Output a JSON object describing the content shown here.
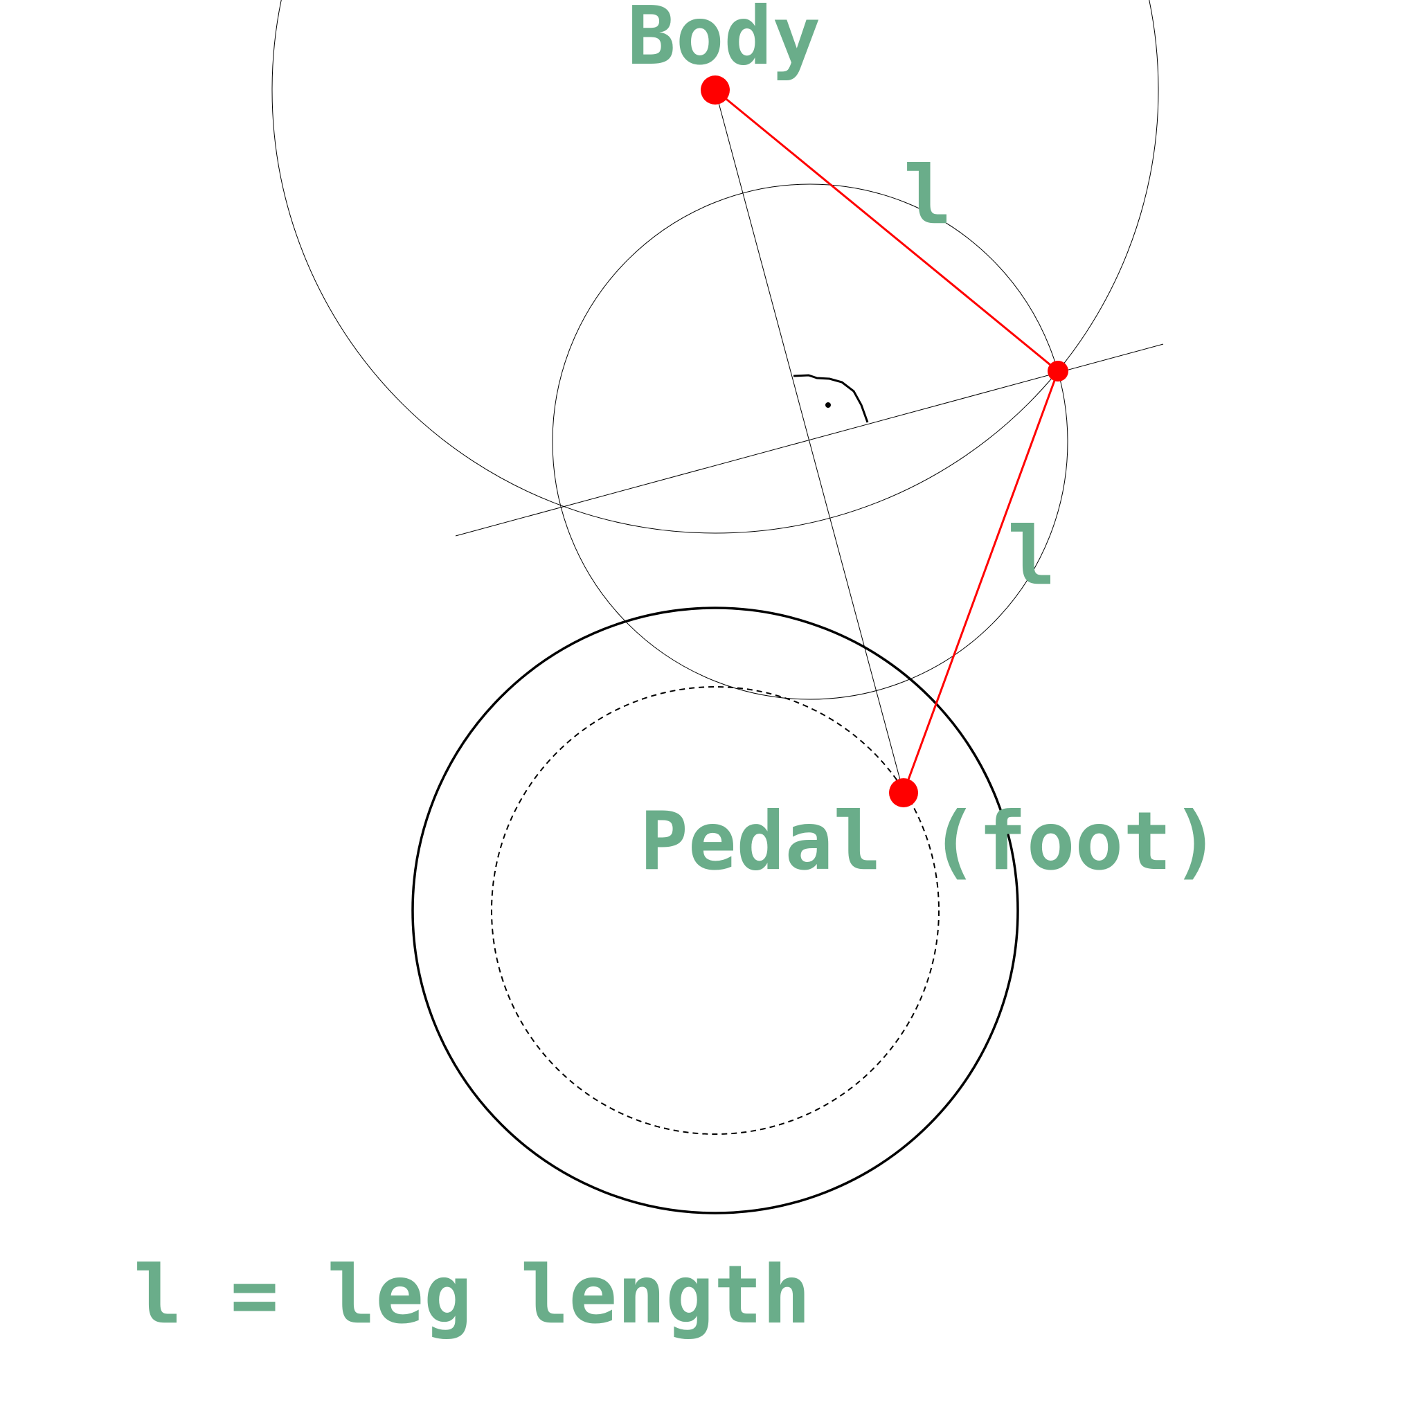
{
  "labels": {
    "body": "Body",
    "leg_upper": "l",
    "leg_lower": "l",
    "pedal": "Pedal (foot)",
    "legend": "l = leg length"
  },
  "colors": {
    "label": "#6aad8a",
    "joint": "#ff0000",
    "leg": "#ff0000",
    "construction": "#000000"
  }
}
